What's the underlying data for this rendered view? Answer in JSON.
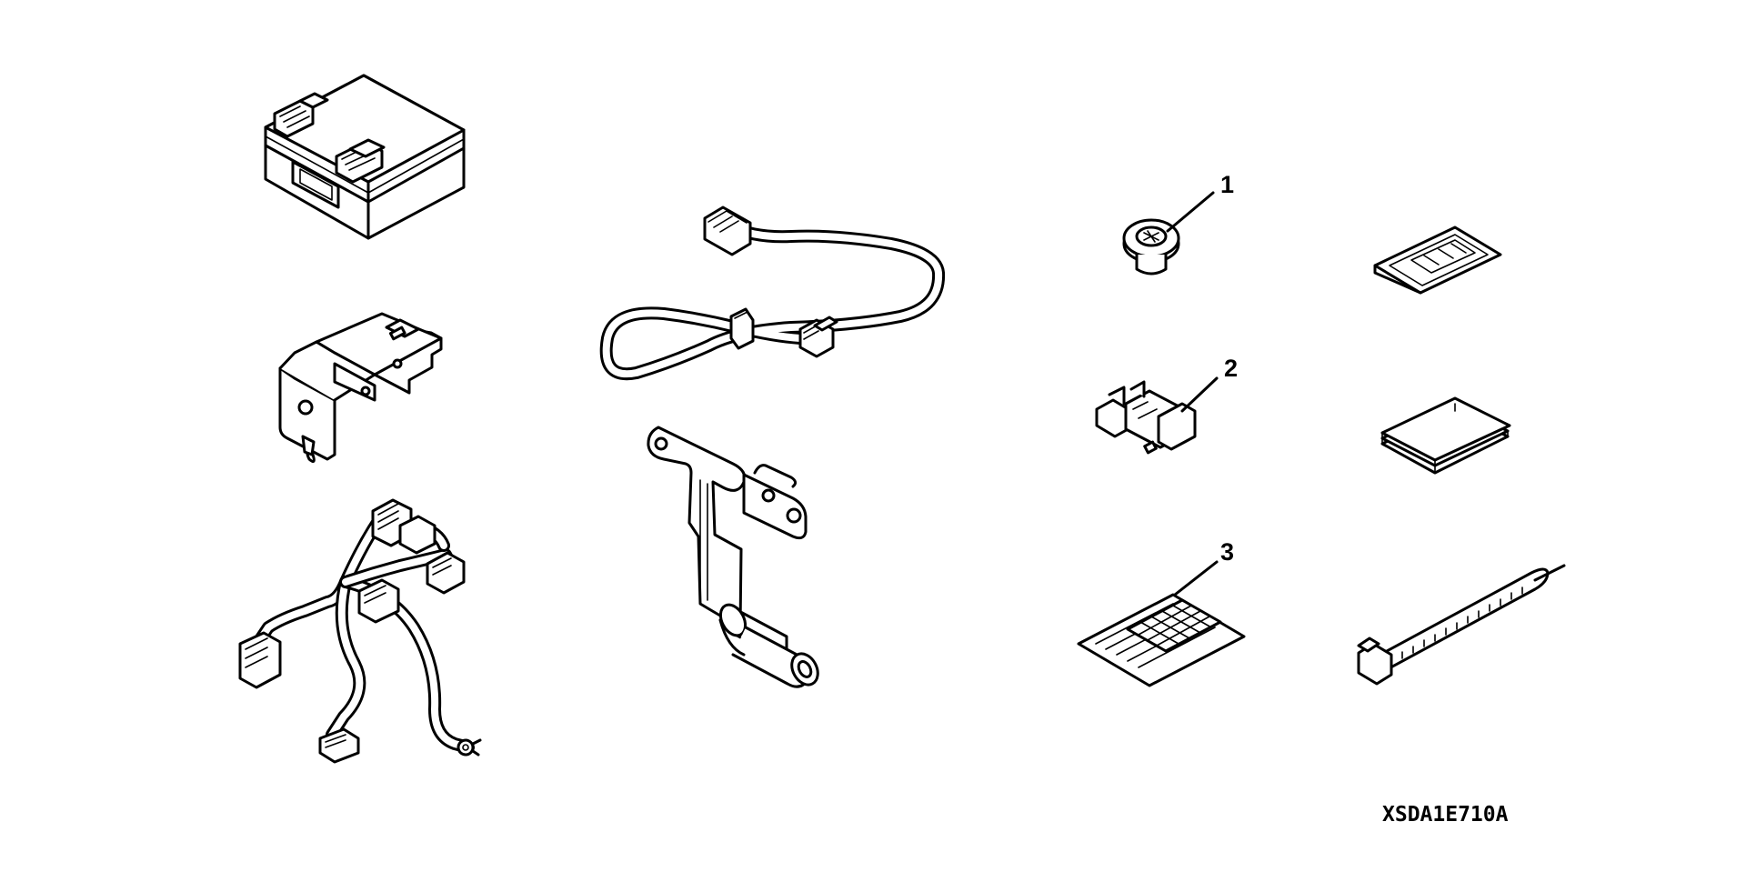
{
  "diagram": {
    "callouts": [
      {
        "id": "part-1",
        "label": "1"
      },
      {
        "id": "part-2",
        "label": "2"
      },
      {
        "id": "part-3",
        "label": "3"
      }
    ],
    "reference_code": "XSDA1E710A"
  }
}
